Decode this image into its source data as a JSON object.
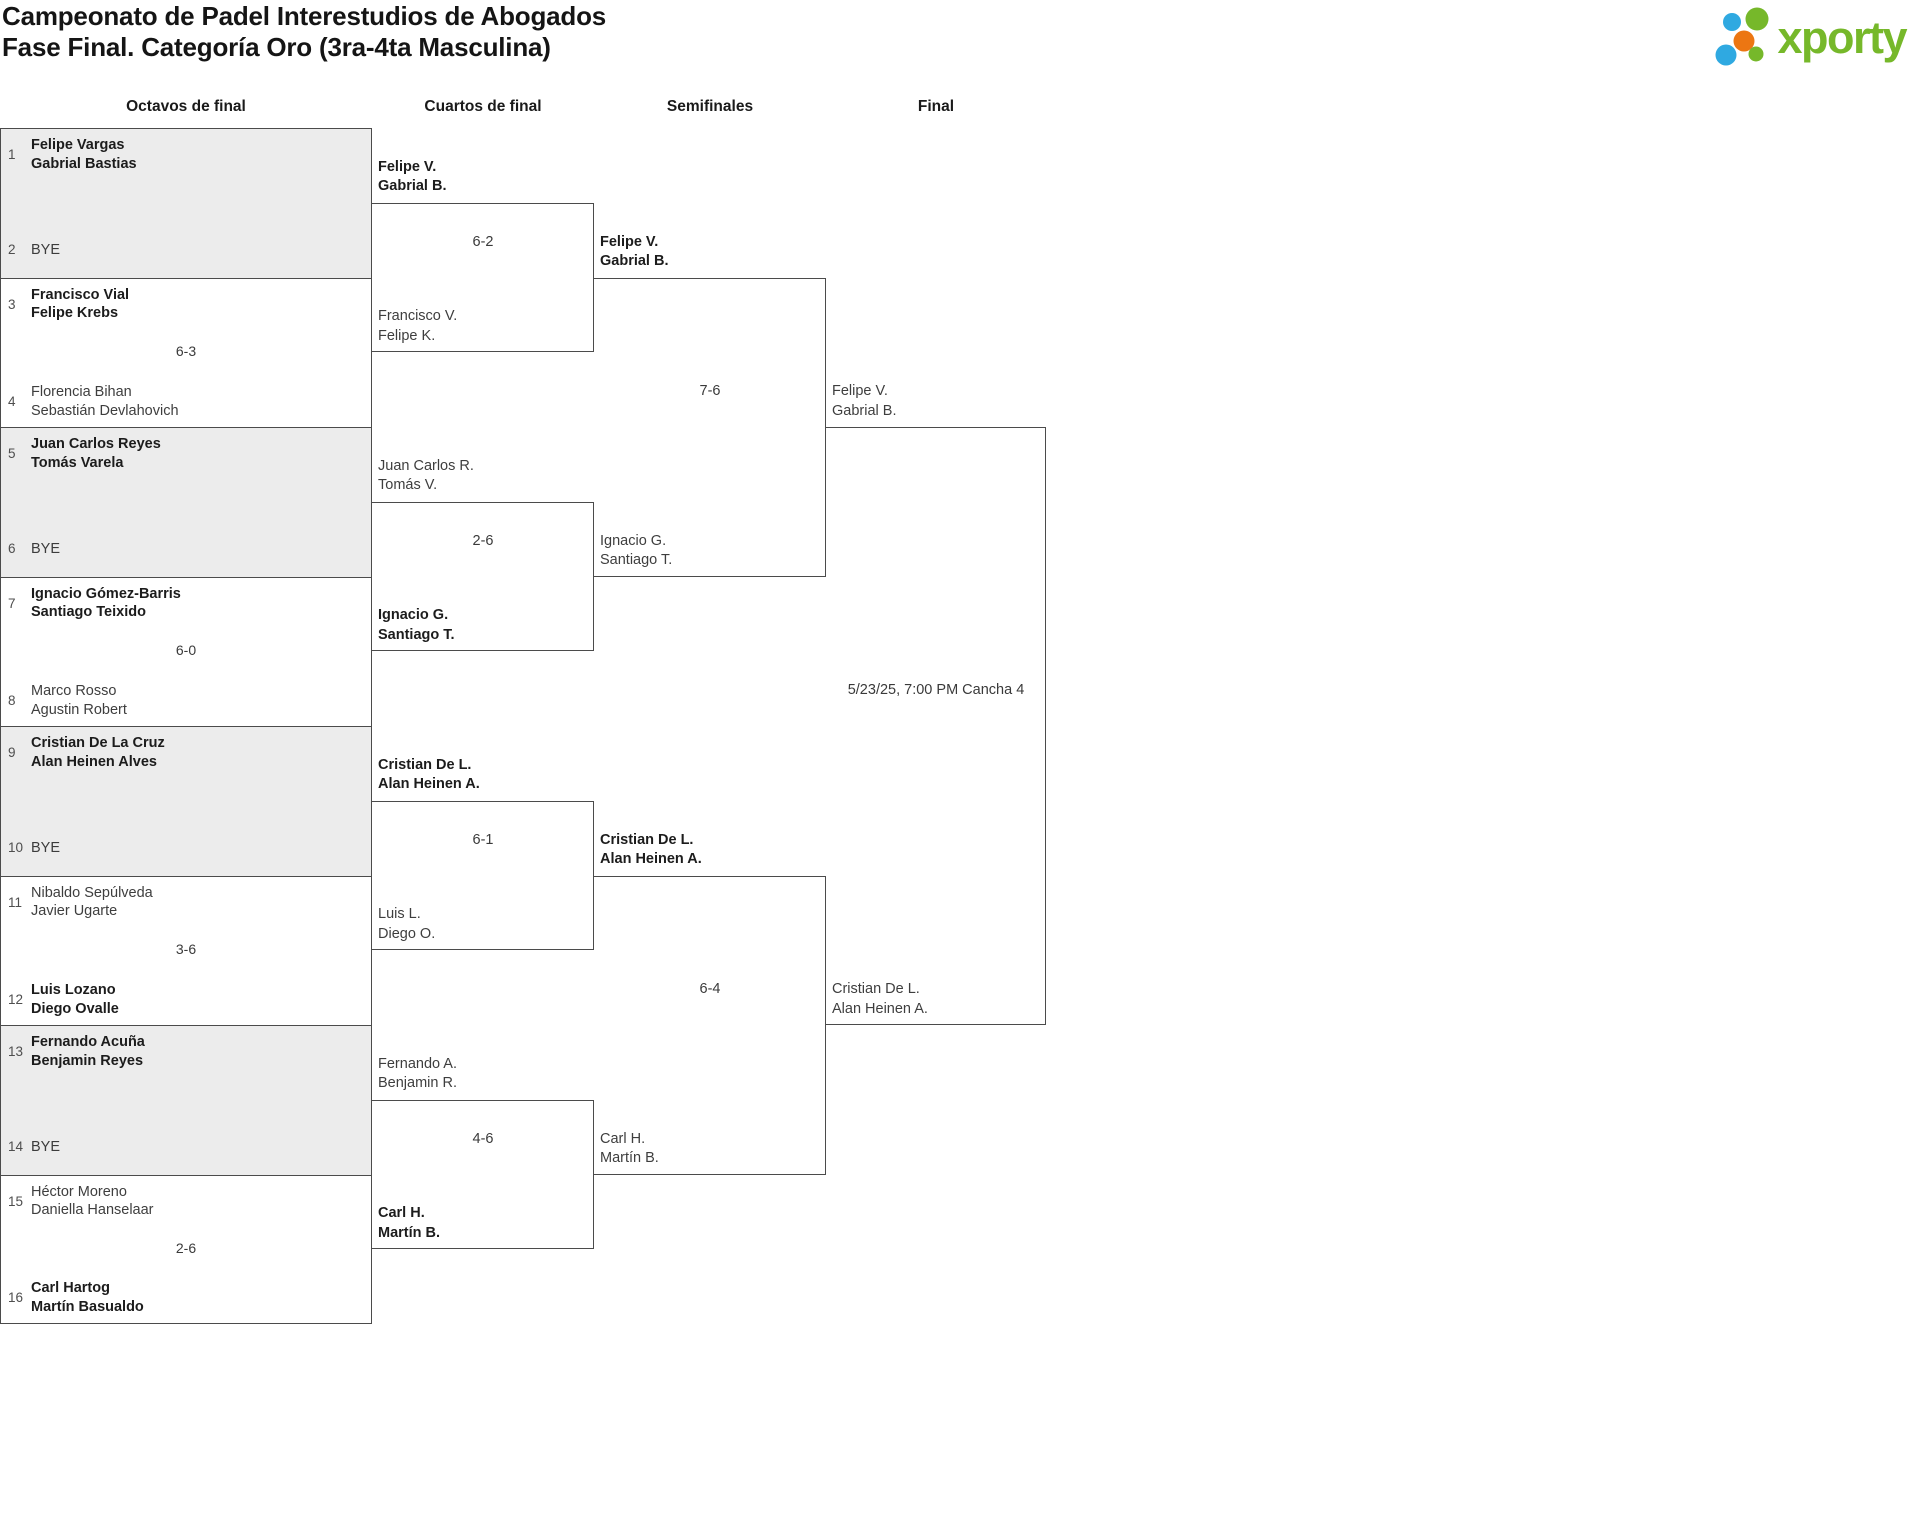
{
  "brand": {
    "green": "#76B82A",
    "blue": "#2FA9E1",
    "orange": "#EC7612"
  },
  "header": {
    "title_line1": "Campeonato de Padel Interestudios de Abogados",
    "title_line2": "Fase Final. Categoría Oro (3ra-4ta Masculina)",
    "logo_text": "xporty"
  },
  "columns": [
    "Octavos de final",
    "Cuartos de final",
    "Semifinales",
    "Final"
  ],
  "octavos": {
    "matches": [
      {
        "top": {
          "seed": "1",
          "p1": "Felipe Vargas",
          "p2": "Gabrial Bastias",
          "bold": true
        },
        "bottom": {
          "seed": "2",
          "bye": true,
          "label": "BYE"
        },
        "score": ""
      },
      {
        "top": {
          "seed": "3",
          "p1": "Francisco Vial",
          "p2": "Felipe Krebs",
          "bold": true
        },
        "bottom": {
          "seed": "4",
          "p1": "Florencia Bihan",
          "p2": "Sebastián Devlahovich"
        },
        "score": "6-3"
      },
      {
        "top": {
          "seed": "5",
          "p1": "Juan Carlos Reyes",
          "p2": "Tomás Varela",
          "bold": true
        },
        "bottom": {
          "seed": "6",
          "bye": true,
          "label": "BYE"
        },
        "score": ""
      },
      {
        "top": {
          "seed": "7",
          "p1": "Ignacio Gómez-Barris",
          "p2": "Santiago Teixido",
          "bold": true
        },
        "bottom": {
          "seed": "8",
          "p1": "Marco Rosso",
          "p2": "Agustin Robert"
        },
        "score": "6-0"
      },
      {
        "top": {
          "seed": "9",
          "p1": "Cristian De La Cruz",
          "p2": "Alan Heinen Alves",
          "bold": true
        },
        "bottom": {
          "seed": "10",
          "bye": true,
          "label": "BYE"
        },
        "score": ""
      },
      {
        "top": {
          "seed": "11",
          "p1": "Nibaldo Sepúlveda",
          "p2": "Javier Ugarte"
        },
        "bottom": {
          "seed": "12",
          "p1": "Luis Lozano",
          "p2": "Diego Ovalle",
          "bold": true
        },
        "score": "3-6"
      },
      {
        "top": {
          "seed": "13",
          "p1": "Fernando Acuña",
          "p2": "Benjamin Reyes",
          "bold": true
        },
        "bottom": {
          "seed": "14",
          "bye": true,
          "label": "BYE"
        },
        "score": ""
      },
      {
        "top": {
          "seed": "15",
          "p1": "Héctor Moreno",
          "p2": "Daniella Hanselaar"
        },
        "bottom": {
          "seed": "16",
          "p1": "Carl Hartog",
          "p2": "Martín Basualdo",
          "bold": true
        },
        "score": "2-6"
      }
    ]
  },
  "cuartos": {
    "matches": [
      {
        "top": {
          "p1": "Felipe V.",
          "p2": "Gabrial B.",
          "bold": true
        },
        "bottom": {
          "p1": "Francisco V.",
          "p2": "Felipe K."
        },
        "score": "6-2"
      },
      {
        "top": {
          "p1": "Juan Carlos R.",
          "p2": "Tomás V."
        },
        "bottom": {
          "p1": "Ignacio G.",
          "p2": "Santiago T.",
          "bold": true
        },
        "score": "2-6"
      },
      {
        "top": {
          "p1": "Cristian De L.",
          "p2": "Alan Heinen A.",
          "bold": true
        },
        "bottom": {
          "p1": "Luis L.",
          "p2": "Diego O."
        },
        "score": "6-1"
      },
      {
        "top": {
          "p1": "Fernando A.",
          "p2": "Benjamin R."
        },
        "bottom": {
          "p1": "Carl H.",
          "p2": "Martín B.",
          "bold": true
        },
        "score": "4-6"
      }
    ]
  },
  "semis": {
    "matches": [
      {
        "top": {
          "p1": "Felipe V.",
          "p2": "Gabrial B.",
          "bold": true
        },
        "bottom": {
          "p1": "Ignacio G.",
          "p2": "Santiago T."
        },
        "score": "7-6"
      },
      {
        "top": {
          "p1": "Cristian De L.",
          "p2": "Alan Heinen A.",
          "bold": true
        },
        "bottom": {
          "p1": "Carl H.",
          "p2": "Martín B."
        },
        "score": "6-4"
      }
    ]
  },
  "final": {
    "top": {
      "p1": "Felipe V.",
      "p2": "Gabrial B."
    },
    "bottom": {
      "p1": "Cristian De L.",
      "p2": "Alan Heinen A."
    },
    "schedule": "5/23/25, 7:00 PM Cancha 4"
  }
}
